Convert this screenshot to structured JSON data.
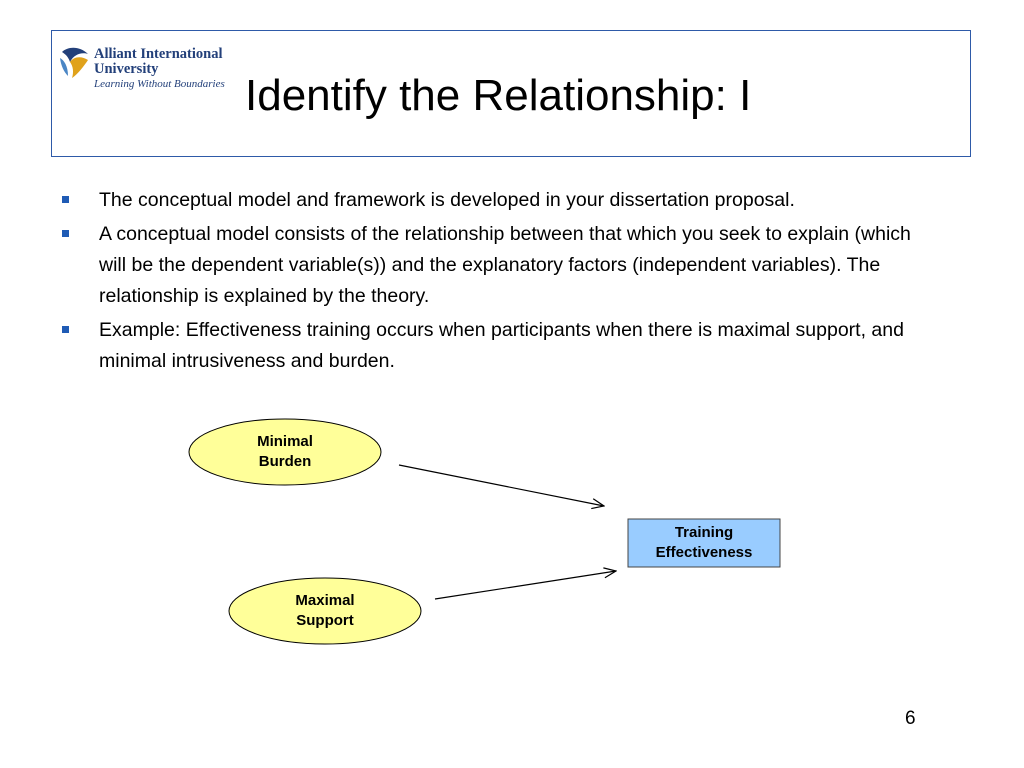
{
  "logo": {
    "name_line1": "Alliant International",
    "name_line2": "University",
    "tagline": "Learning Without Boundaries"
  },
  "slide": {
    "title": "Identify the Relationship:  I",
    "bullets": [
      "The conceptual model and framework is developed in your dissertation proposal.",
      "A conceptual model consists of the relationship between that which you seek to explain (which will be the dependent variable(s)) and the explanatory factors (independent variables).  The relationship is explained by the theory.",
      "Example:  Effectiveness training occurs when participants when there is maximal support, and minimal intrusiveness and burden."
    ],
    "page_number": "6"
  },
  "diagram": {
    "node_minimal_burden": {
      "line1": "Minimal",
      "line2": "Burden"
    },
    "node_maximal_support": {
      "line1": "Maximal",
      "line2": "Support"
    },
    "node_training_effectiveness": {
      "line1": "Training",
      "line2": "Effectiveness"
    }
  },
  "colors": {
    "frame_border": "#2e5aa8",
    "bullet": "#1f5bb5",
    "ellipse_fill": "#ffff99",
    "box_fill": "#99ccff",
    "logo_text": "#23407a"
  }
}
